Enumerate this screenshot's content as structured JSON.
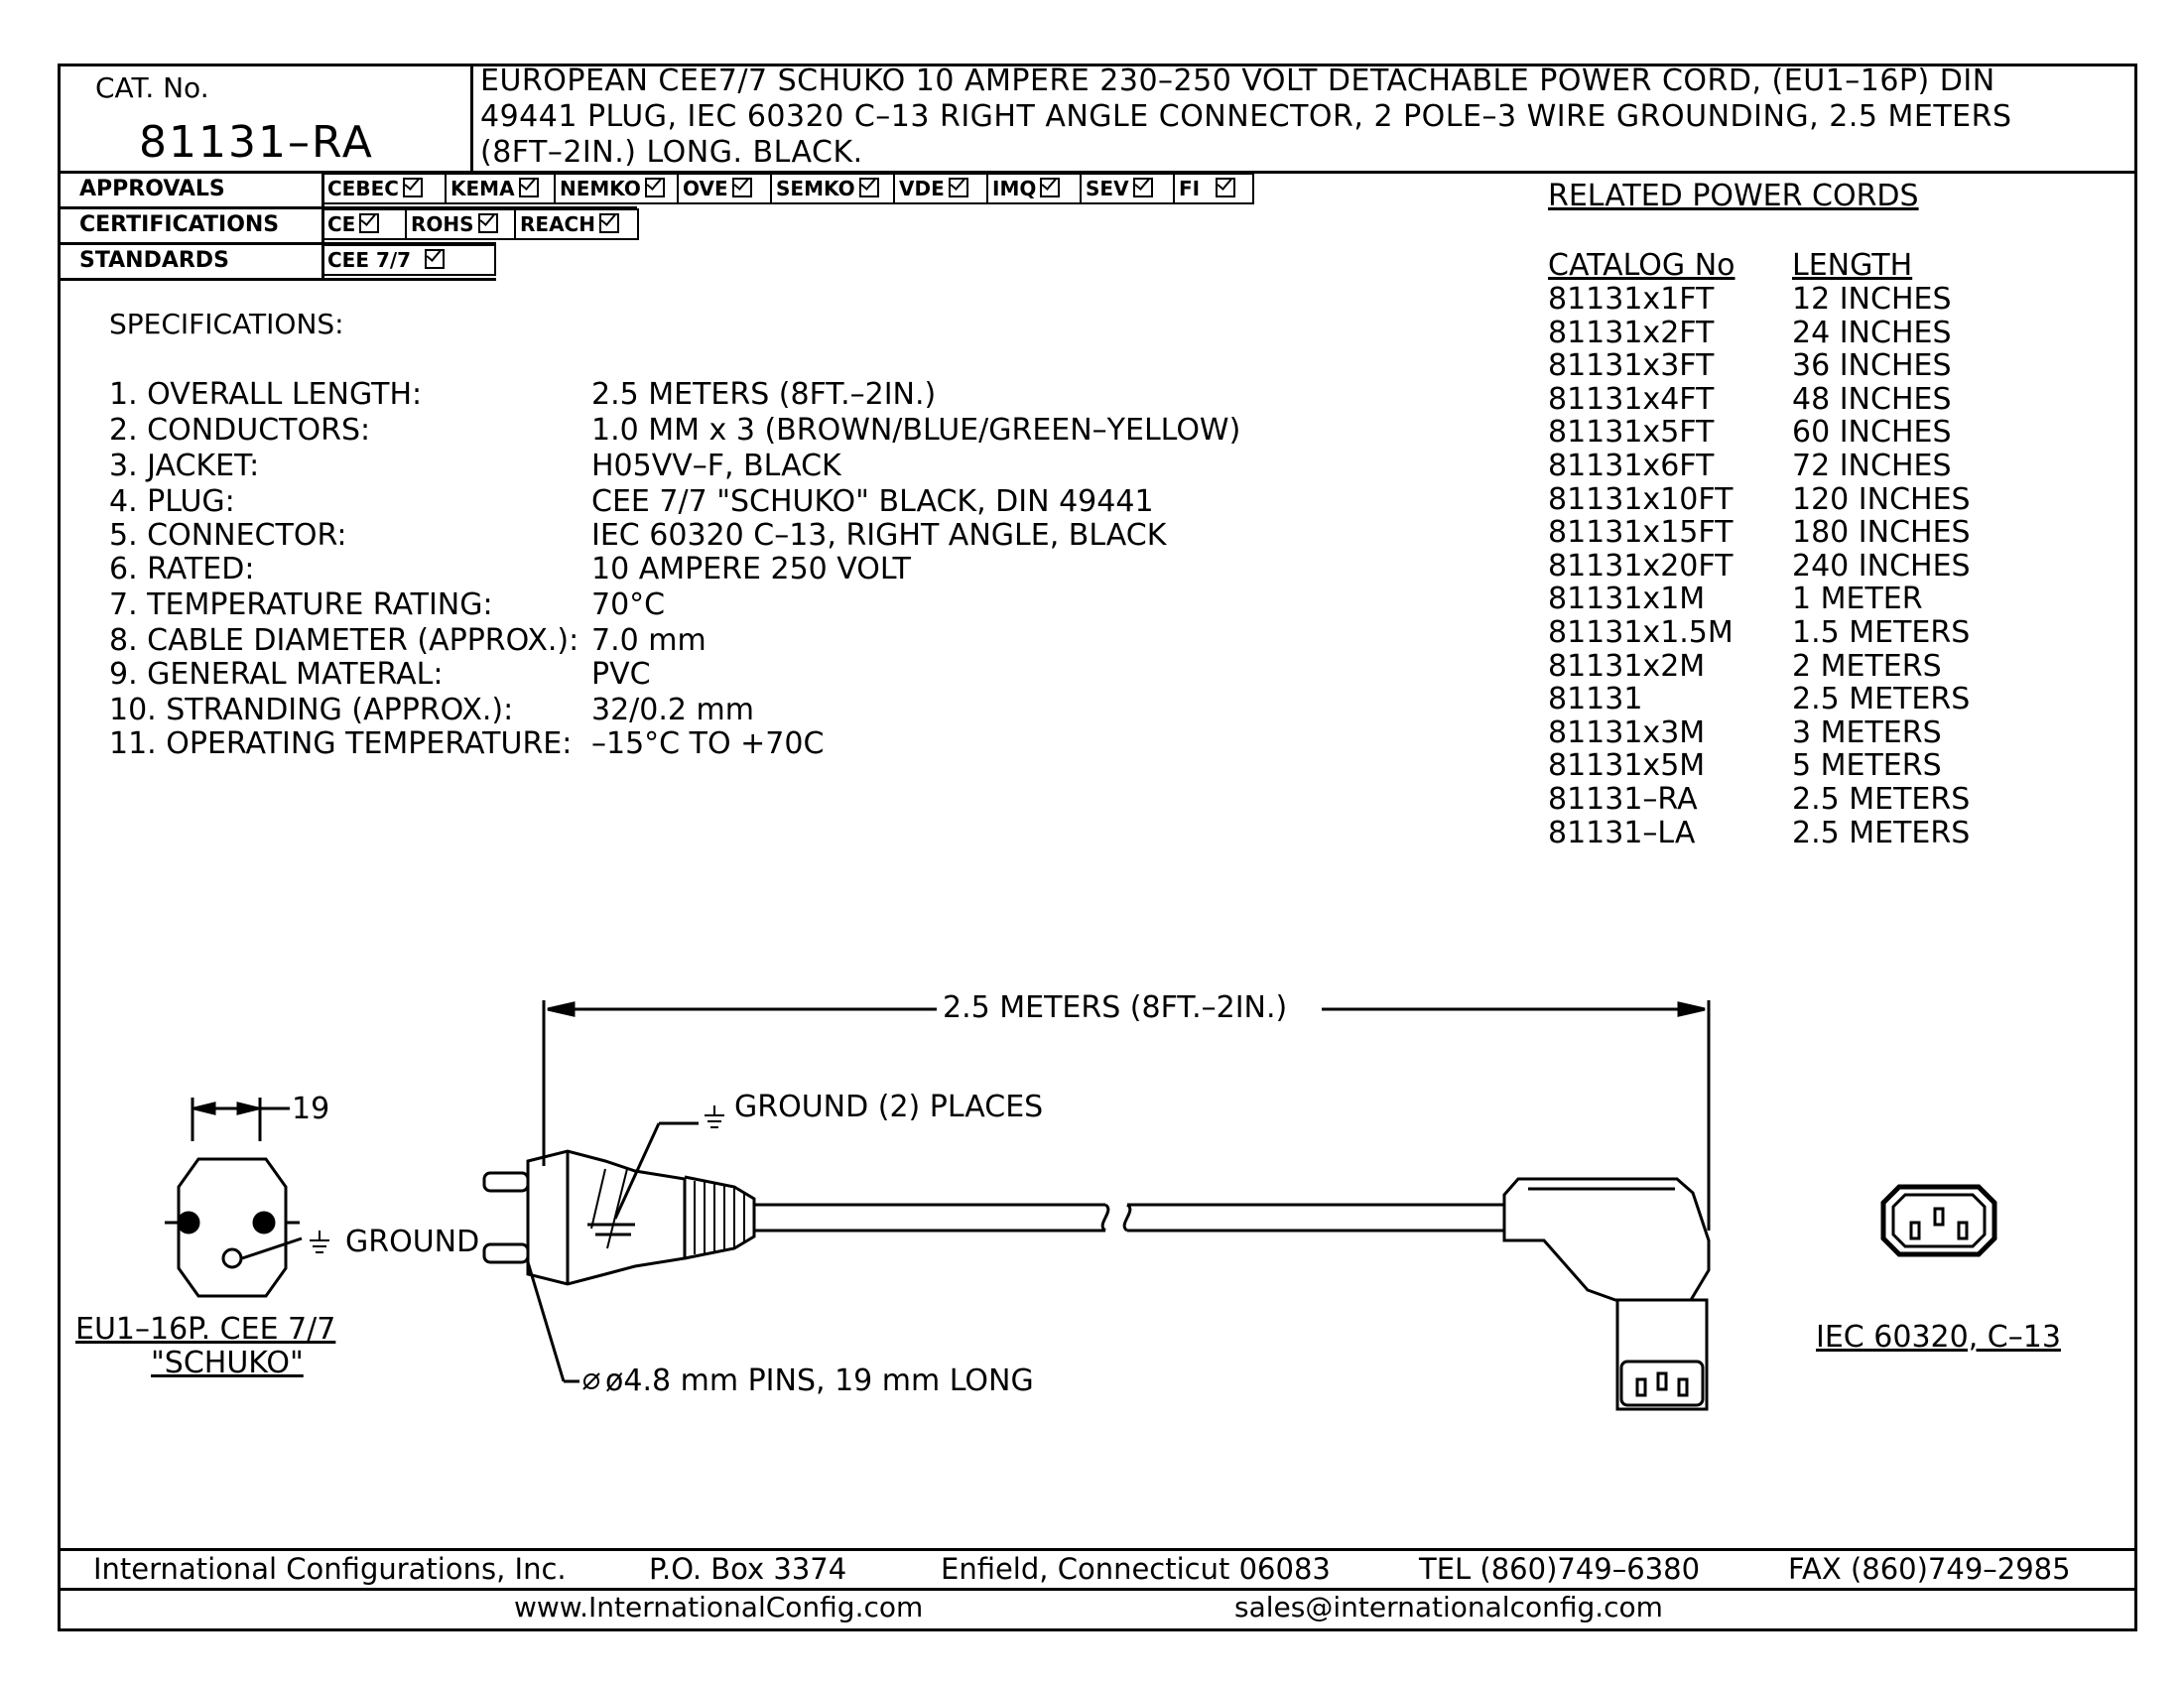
{
  "header": {
    "cat_label": "CAT. No.",
    "cat_number": "81131–RA",
    "title_lines": [
      "EUROPEAN CEE7/7 SCHUKO 10 AMPERE 230–250 VOLT DETACHABLE POWER CORD, (EU1–16P) DIN",
      "49441 PLUG, IEC 60320 C–13 RIGHT ANGLE CONNECTOR, 2 POLE–3 WIRE GROUNDING, 2.5 METERS",
      "(8FT–2IN.) LONG. BLACK."
    ]
  },
  "approvals": {
    "label": "APPROVALS",
    "items": [
      "CEBEC",
      "KEMA",
      "NEMKO",
      "OVE",
      "SEMKO",
      "VDE",
      "IMQ",
      "SEV",
      "FI"
    ]
  },
  "certifications": {
    "label": "CERTIFICATIONS",
    "items": [
      "CE",
      "ROHS",
      "REACH"
    ]
  },
  "standards": {
    "label": "STANDARDS",
    "items": [
      "CEE 7/7"
    ]
  },
  "specifications": {
    "heading": "SPECIFICATIONS:",
    "items": [
      {
        "key": "1. OVERALL LENGTH:",
        "value": "2.5 METERS (8FT.–2IN.)"
      },
      {
        "key": "2. CONDUCTORS:",
        "value": "1.0 MM x 3 (BROWN/BLUE/GREEN–YELLOW)"
      },
      {
        "key": "3. JACKET:",
        "value": "H05VV–F, BLACK"
      },
      {
        "key": "4. PLUG:",
        "value": "CEE 7/7 \"SCHUKO\" BLACK, DIN 49441"
      },
      {
        "key": "5. CONNECTOR:",
        "value": "IEC 60320 C–13, RIGHT ANGLE, BLACK"
      },
      {
        "key": "6. RATED:",
        "value": "10 AMPERE 250 VOLT"
      },
      {
        "key": "7. TEMPERATURE RATING:",
        "value": "70°C"
      },
      {
        "key": "8. CABLE DIAMETER (APPROX.):",
        "value": "7.0 mm"
      },
      {
        "key": "9. GENERAL MATERAL:",
        "value": "PVC"
      },
      {
        "key": "10. STRANDING (APPROX.):",
        "value": "32/0.2 mm"
      },
      {
        "key": "11. OPERATING TEMPERATURE:",
        "value": "–15°C TO +70C"
      }
    ]
  },
  "related": {
    "heading": "RELATED POWER CORDS",
    "col_catalog": "CATALOG No",
    "col_length": "LENGTH",
    "rows": [
      {
        "cat": "81131x1FT",
        "len": "12 INCHES"
      },
      {
        "cat": "81131x2FT",
        "len": "24 INCHES"
      },
      {
        "cat": "81131x3FT",
        "len": "36 INCHES"
      },
      {
        "cat": "81131x4FT",
        "len": "48 INCHES"
      },
      {
        "cat": "81131x5FT",
        "len": "60 INCHES"
      },
      {
        "cat": "81131x6FT",
        "len": "72 INCHES"
      },
      {
        "cat": "81131x10FT",
        "len": "120 INCHES"
      },
      {
        "cat": "81131x15FT",
        "len": "180 INCHES"
      },
      {
        "cat": "81131x20FT",
        "len": "240 INCHES"
      },
      {
        "cat": "81131x1M",
        "len": "1 METER"
      },
      {
        "cat": "81131x1.5M",
        "len": "1.5 METERS"
      },
      {
        "cat": "81131x2M",
        "len": "2 METERS"
      },
      {
        "cat": "81131",
        "len": "2.5 METERS"
      },
      {
        "cat": "81131x3M",
        "len": "3 METERS"
      },
      {
        "cat": "81131x5M",
        "len": "5 METERS"
      },
      {
        "cat": "81131–RA",
        "len": "2.5 METERS"
      },
      {
        "cat": "81131–LA",
        "len": "2.5 METERS"
      }
    ]
  },
  "drawing": {
    "length_dim": "2.5 METERS (8FT.–2IN.)",
    "pin_spacing_dim": "19",
    "ground_places": "GROUND (2) PLACES",
    "ground": "GROUND",
    "pins_note": "ø4.8 mm PINS, 19 mm LONG",
    "plug_label_1": "EU1–16P. CEE 7/7",
    "plug_label_2": "\"SCHUKO\"",
    "connector_label": "IEC 60320, C–13"
  },
  "footer": {
    "company": "International Configurations, Inc.",
    "po_box": "P.O. Box 3374",
    "city": "Enfield, Connecticut 06083",
    "tel": "TEL (860)749–6380",
    "fax": "FAX (860)749–2985",
    "website": "www.InternationalConfig.com",
    "email": "sales@internationalconfig.com"
  }
}
